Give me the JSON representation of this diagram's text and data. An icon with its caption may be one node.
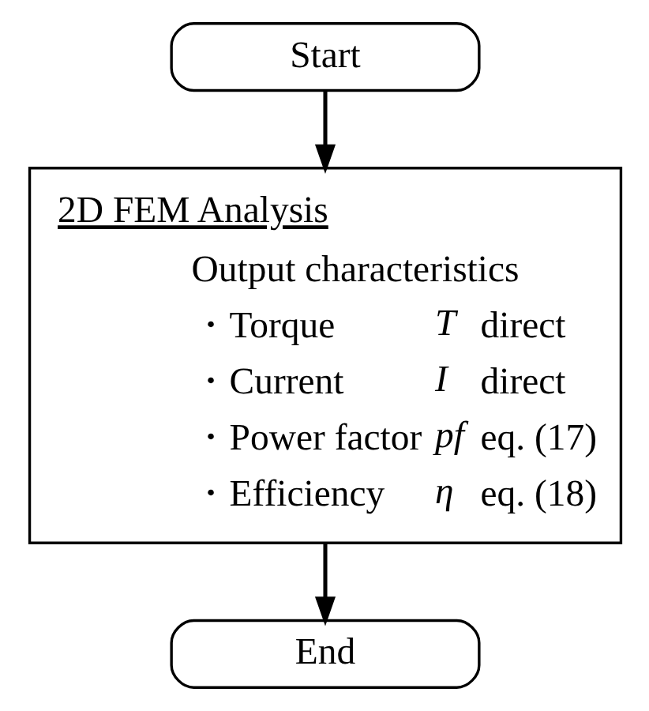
{
  "diagram": {
    "nodes": [
      {
        "text": [
          "Start"
        ]
      },
      {
        "text": [
          "2D FEM Analysis",
          "Output characteristics",
          "・Torque",
          "T",
          "direct",
          "・Current",
          "I",
          "direct",
          "・Power factor",
          "pf",
          "eq. (17)",
          "・Efficiency",
          "η",
          "eq. (18)"
        ]
      },
      {
        "text": [
          "End"
        ]
      }
    ],
    "edges": [
      {
        "from": 0,
        "to": 1,
        "arrow": "to"
      },
      {
        "from": 1,
        "to": 2,
        "arrow": "to"
      }
    ]
  }
}
